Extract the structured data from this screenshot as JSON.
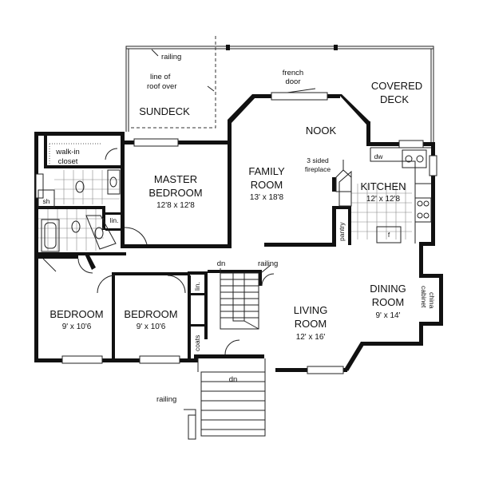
{
  "rooms": {
    "covered_deck": {
      "line1": "COVERED",
      "line2": "DECK"
    },
    "sundeck": {
      "name": "SUNDECK"
    },
    "nook": {
      "name": "NOOK"
    },
    "family_room": {
      "line1": "FAMILY",
      "line2": "ROOM",
      "dims": "13' x 18'8"
    },
    "master_bedroom": {
      "line1": "MASTER",
      "line2": "BEDROOM",
      "dims": "12'8 x 12'8"
    },
    "kitchen": {
      "name": "KITCHEN",
      "dims": "12' x 12'8"
    },
    "bedroom_left": {
      "name": "BEDROOM",
      "dims": "9' x 10'6"
    },
    "bedroom_mid": {
      "name": "BEDROOM",
      "dims": "9' x 10'6"
    },
    "living_room": {
      "line1": "LIVING",
      "line2": "ROOM",
      "dims": "12' x 16'"
    },
    "dining_room": {
      "line1": "DINING",
      "line2": "ROOM",
      "dims": "9' x 14'"
    }
  },
  "labels": {
    "railing_top": "railing",
    "roof_line1": "line of",
    "roof_line2": "roof over",
    "french1": "french",
    "french2": "door",
    "fireplace1": "3 sided",
    "fireplace2": "fireplace",
    "walkin1": "walk-in",
    "walkin2": "closet",
    "dw": "dw",
    "sh": "sh",
    "lin_bath": "lin.",
    "pantry": "pantry",
    "fridge": "f",
    "dn_stair": "dn",
    "railing_stair": "railing",
    "lin_hall": "lin.",
    "coats": "coats",
    "china": "china",
    "cabinet": "cabinet",
    "dn_entry": "dn",
    "railing_entry": "railing"
  }
}
